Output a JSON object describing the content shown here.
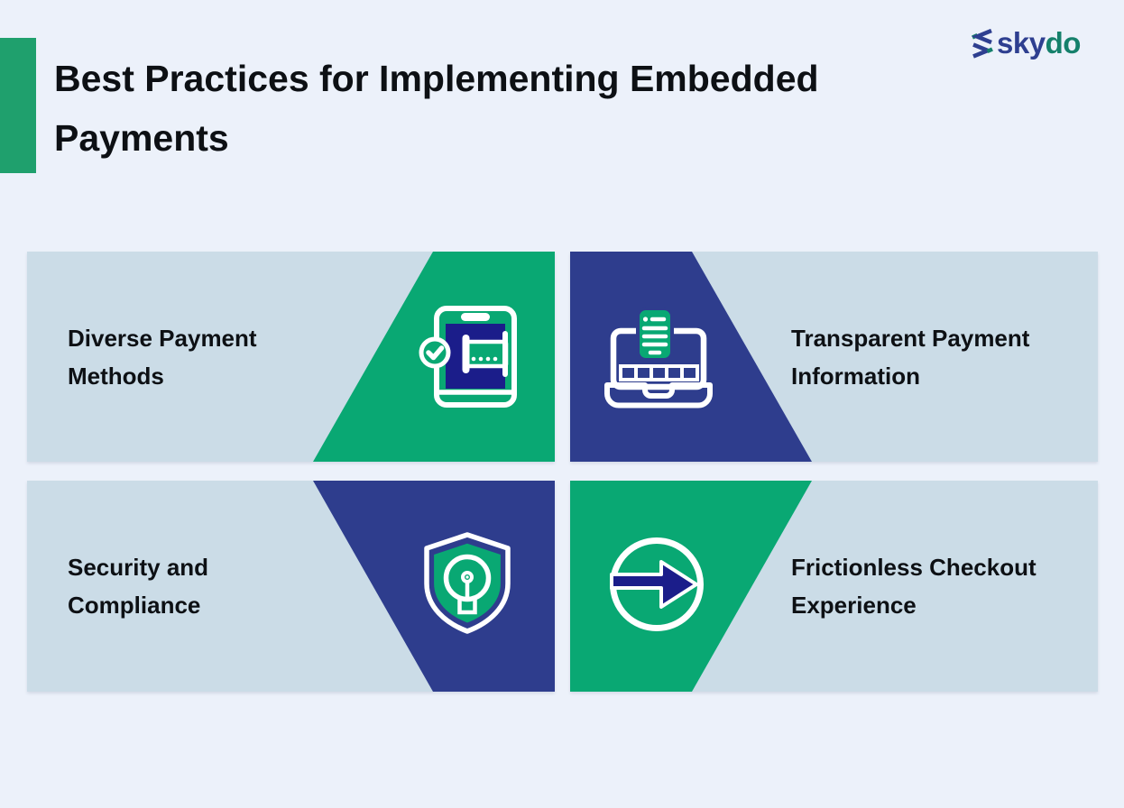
{
  "header": {
    "title_line1": "Best Practices for Implementing Embedded",
    "title_line2": "Payments",
    "logo": {
      "icon": "skydo-logo-icon",
      "text_primary": "sky",
      "text_secondary": "do"
    }
  },
  "panels": [
    {
      "label_line1": "Diverse Payment",
      "label_line2": "Methods",
      "icon": "phone-card-check-icon",
      "accent_color": "green",
      "accent_side": "right"
    },
    {
      "label_line1": "Transparent Payment",
      "label_line2": "Information",
      "icon": "laptop-receipt-icon",
      "accent_color": "navy",
      "accent_side": "left"
    },
    {
      "label_line1": "Security and",
      "label_line2": "Compliance",
      "icon": "shield-lightbulb-icon",
      "accent_color": "navy",
      "accent_side": "right"
    },
    {
      "label_line1": "Frictionless Checkout",
      "label_line2": "Experience",
      "icon": "circle-arrow-icon",
      "accent_color": "green",
      "accent_side": "left"
    }
  ],
  "colors": {
    "page_bg": "#ECF1FA",
    "panel_bg": "#CBDCE7",
    "green": "#09A873",
    "bar_green": "#1FA06D",
    "navy": "#2E3D8D",
    "deep_navy": "#1B1D8A",
    "ink": "#0D1014",
    "logo_navy": "#2E3F90",
    "logo_green": "#15806B",
    "white": "#FFFFFF"
  }
}
